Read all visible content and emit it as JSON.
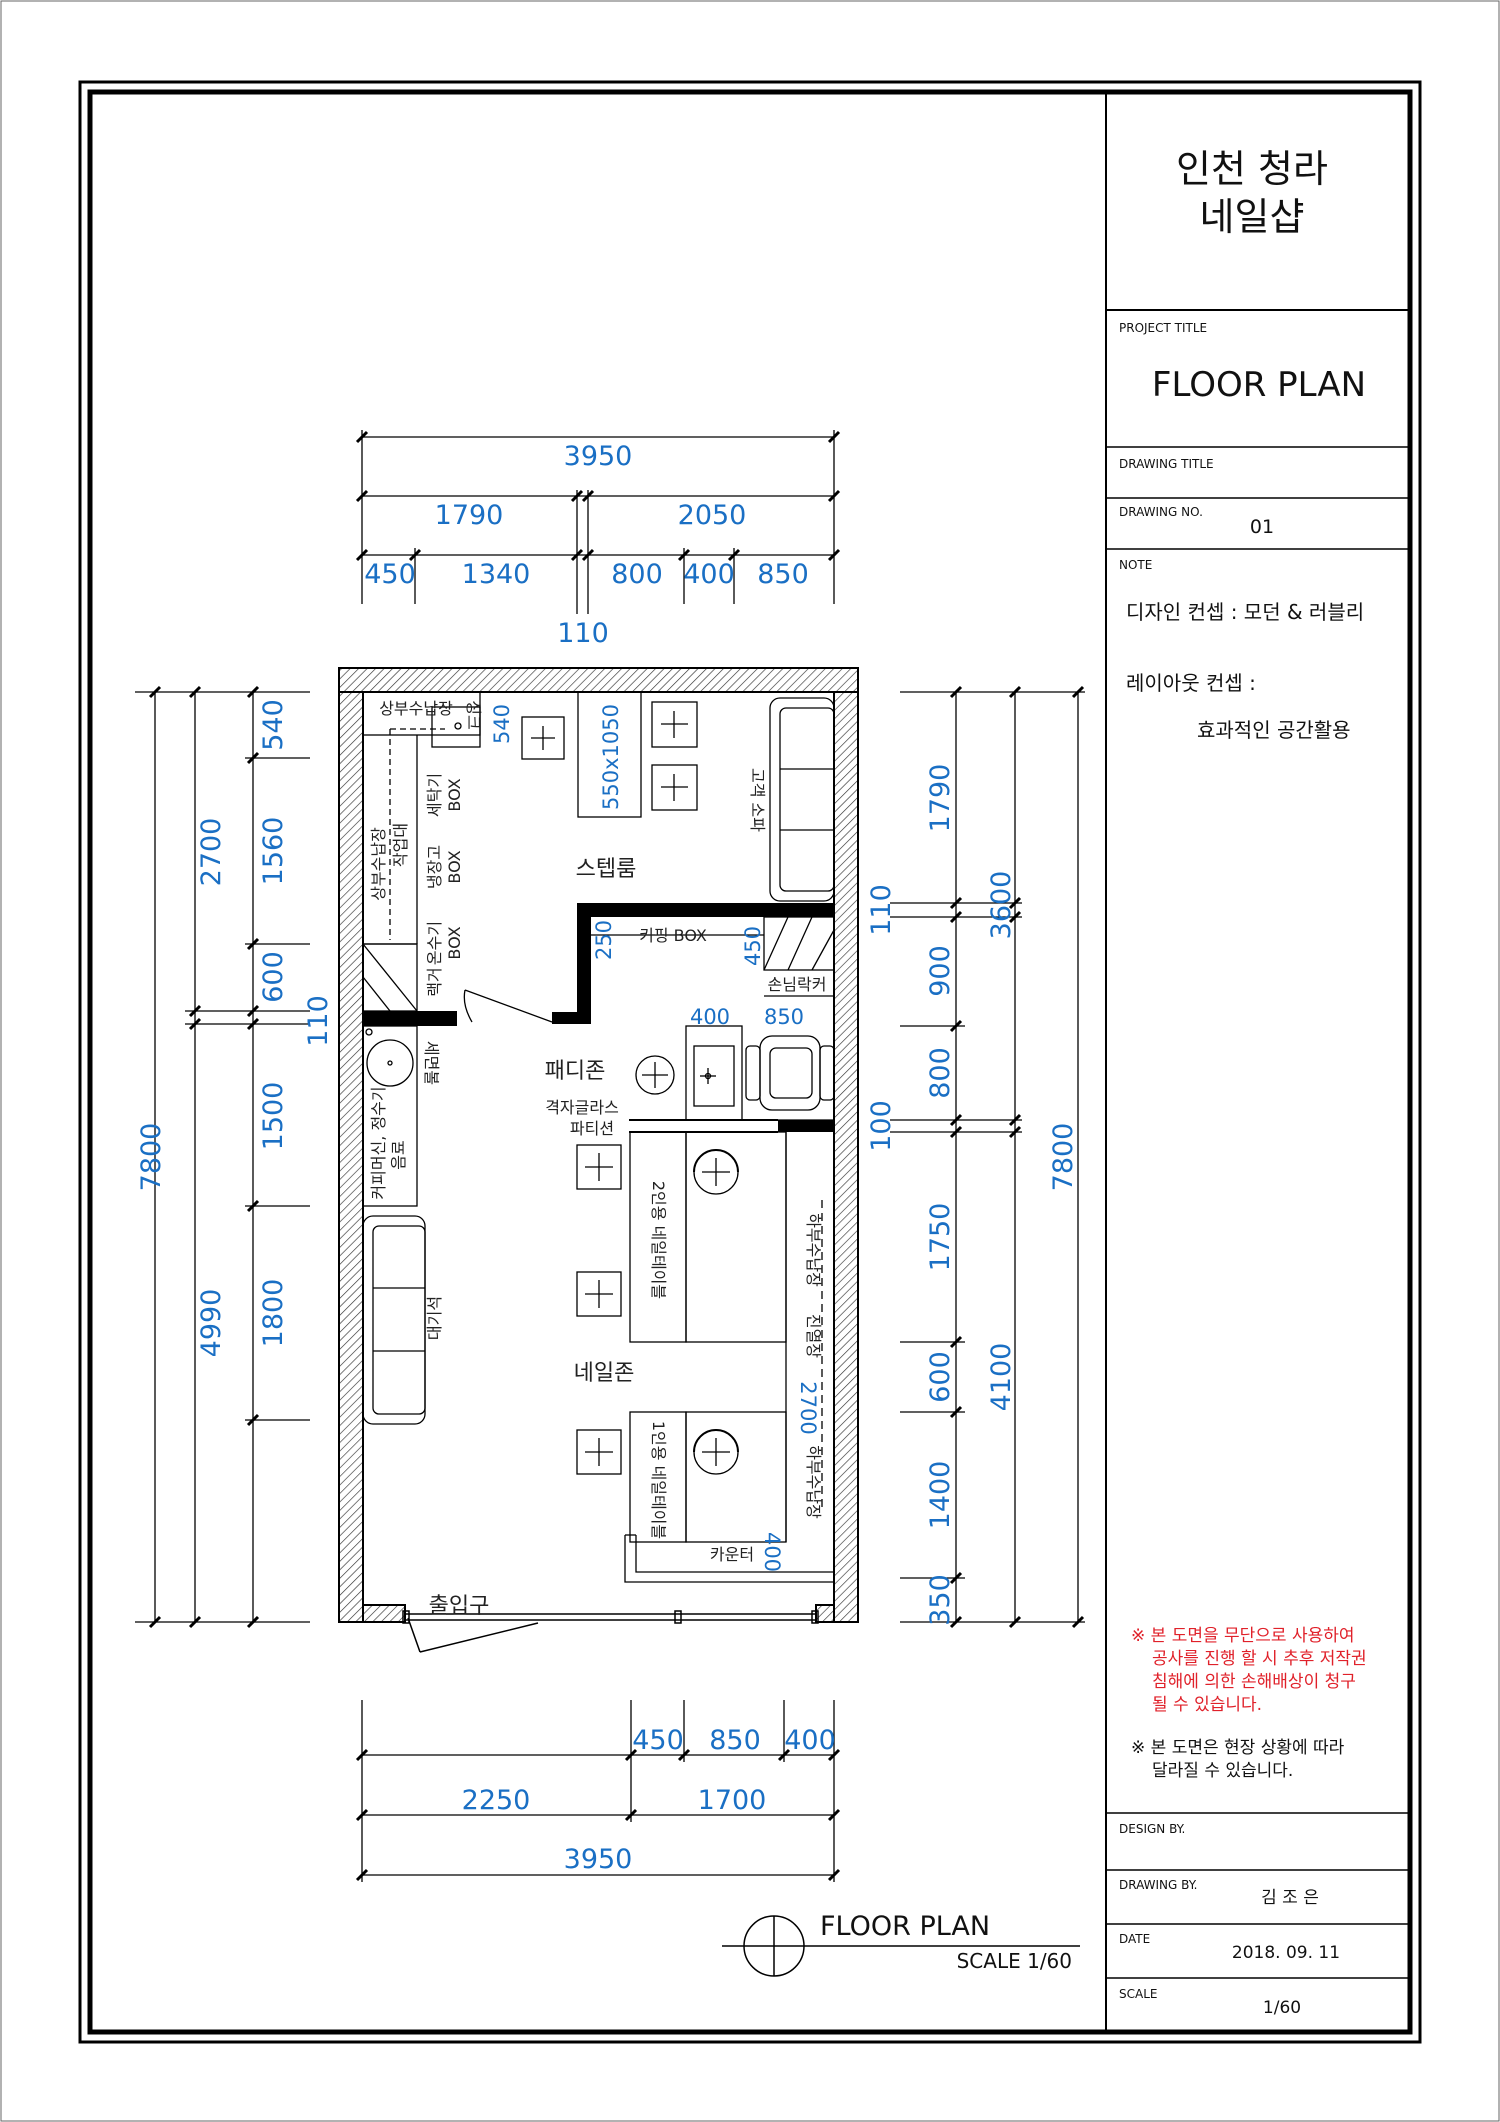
{
  "title_block": {
    "project_name_line1": "인천 청라",
    "project_name_line2": "네일샵",
    "project_title_label": "PROJECT TITLE",
    "drawing_title_value": "FLOOR PLAN",
    "drawing_title_label": "DRAWING TITLE",
    "drawing_no_label": "DRAWING NO.",
    "drawing_no_value": "01",
    "note_label": "NOTE",
    "note_design_concept": "디자인 컨셉 : 모던 & 러블리",
    "note_layout_concept": "레이아웃 컨셉 :",
    "note_layout_value": "효과적인 공간활용",
    "warning_lines": [
      "※ 본 도면을 무단으로 사용하여",
      "공사를 진행 할 시 추후 저작권",
      "침해에 의한 손해배상이 청구",
      "될 수 있습니다."
    ],
    "notice_lines": [
      "※ 본 도면은 현장 상황에 따라",
      "달라질 수 있습니다."
    ],
    "design_by_label": "DESIGN BY.",
    "drawing_by_label": "DRAWING BY.",
    "drawing_by_value": "김 조 은",
    "date_label": "DATE",
    "date_value": "2018. 09. 11",
    "scale_label": "SCALE",
    "scale_value": "1/60"
  },
  "plan_caption": {
    "title": "FLOOR PLAN",
    "scale": "SCALE 1/60"
  },
  "dimensions": {
    "top_total": "3950",
    "top_mid": [
      "1790",
      "2050"
    ],
    "top_detail": [
      "450",
      "1340",
      "800",
      "400",
      "850"
    ],
    "top_gap": "110",
    "bottom_detail": [
      "450",
      "850",
      "400"
    ],
    "bottom_mid": [
      "2250",
      "1700"
    ],
    "bottom_total": "3950",
    "left_total": "7800",
    "left_mid": [
      "2700",
      "4990"
    ],
    "left_gap": "110",
    "left_detail": [
      "540",
      "1560",
      "600",
      "1500",
      "1800"
    ],
    "right_detail": [
      "1790",
      "110",
      "900",
      "800",
      "100",
      "1750",
      "600",
      "1400",
      "350"
    ],
    "right_mid": [
      "3600",
      "4100"
    ],
    "right_total": "7800",
    "inner": {
      "sink_540": "540",
      "wall_250": "250",
      "wall_450": "450",
      "pedi_400": "400",
      "pedi_850": "850",
      "table_550x1050": "550x1050",
      "storage_2700": "2700",
      "counter_400": "400"
    }
  },
  "labels": {
    "upper_storage": "상부수납장",
    "sink": "싱크",
    "work_table_a": "상부수납장",
    "work_table_b": "작업대",
    "washer_box_a": "세탁기",
    "washer_box_b": "BOX",
    "fridge_box_a": "냉장고",
    "fridge_box_b": "BOX",
    "heater_box_a": "온수기",
    "heater_box_b": "BOX",
    "rack": "랙거",
    "staff_room": "스텝룸",
    "guest_waiting": "고객 소파",
    "keeping_box": "키핑 BOX",
    "guest_locker": "손님락커",
    "wash_basin": "세면볼",
    "pedi_zone": "패디존",
    "glass_partition_a": "격자글라스",
    "glass_partition_b": "파티션",
    "coffee_machine_a": "커피머신, 정수기",
    "coffee_machine_b": "음료",
    "waiting_seat": "대기석",
    "nail_table_2": "2인용 네일테이블",
    "nail_table_1": "1인용 네일테이블",
    "nail_zone": "네일존",
    "right_storage_upper": "하부수납장",
    "right_storage_label": "진열장",
    "right_storage_lower": "하부수납장",
    "counter": "카운터",
    "entrance": "출입구"
  }
}
